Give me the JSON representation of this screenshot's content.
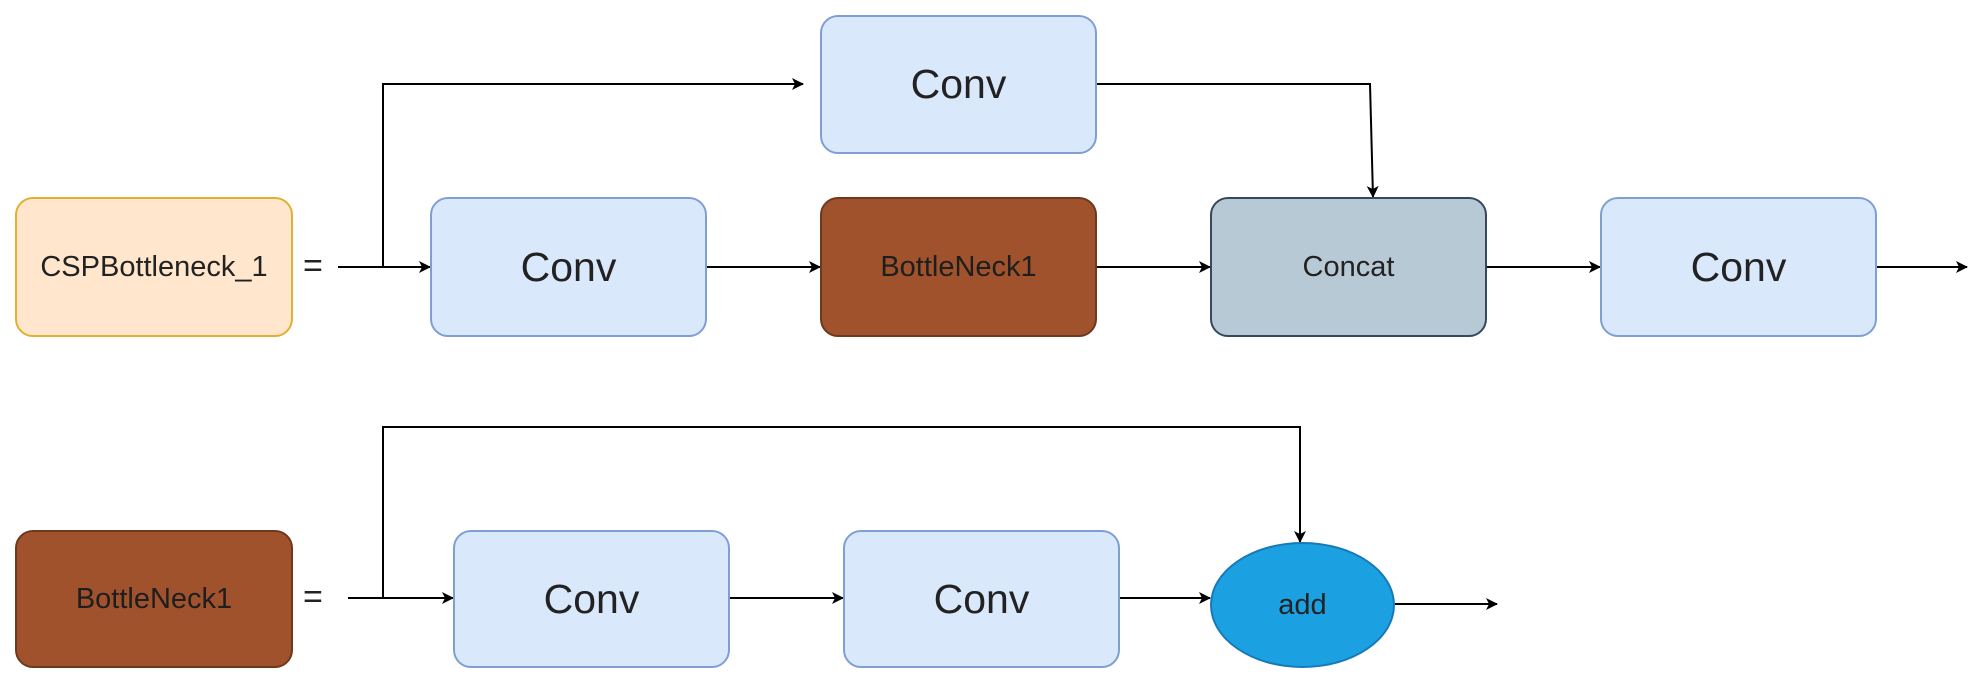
{
  "row1": {
    "label": "CSPBottleneck_1",
    "equals": "=",
    "conv_top": "Conv",
    "conv_1": "Conv",
    "bottleneck": "BottleNeck1",
    "concat": "Concat",
    "conv_out": "Conv"
  },
  "row2": {
    "label": "BottleNeck1",
    "equals": "=",
    "conv_1": "Conv",
    "conv_2": "Conv",
    "add": "add"
  },
  "colors": {
    "conv_fill": "#dae8fc",
    "conv_stroke": "#7f9fd3",
    "csp_fill": "#ffe6cc",
    "csp_stroke": "#e2b030",
    "bottleneck_fill": "#a0522d",
    "concat_fill": "#b8c9d6",
    "add_fill": "#1ba1e2"
  }
}
